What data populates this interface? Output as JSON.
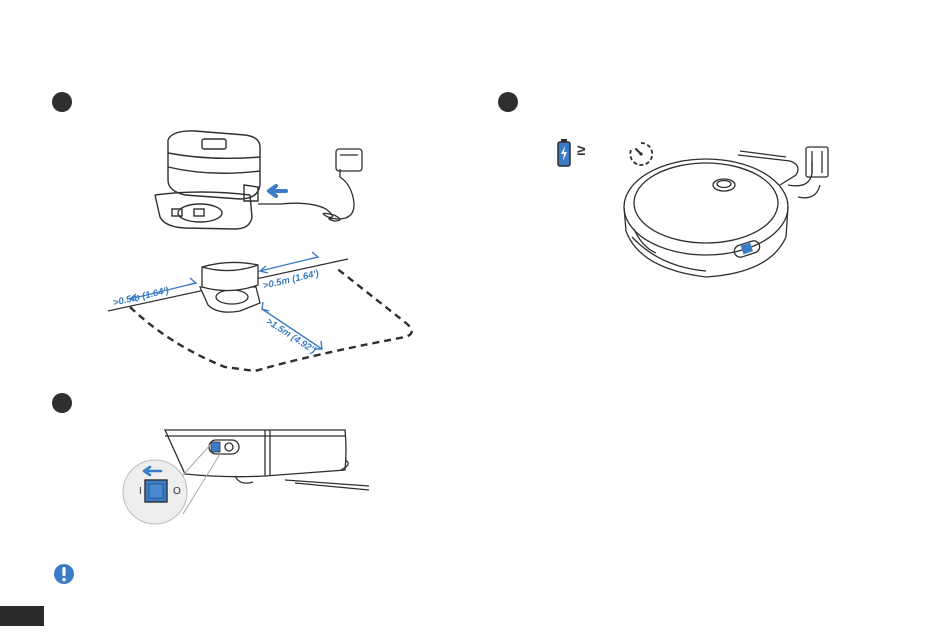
{
  "steps": [
    {
      "marker": "step-1"
    },
    {
      "marker": "step-2"
    },
    {
      "marker": "step-3"
    }
  ],
  "clearance": {
    "left": ">0.5m (1.64')",
    "right": ">0.5m (1.64')",
    "front": ">1.5m (4.92')"
  },
  "power_switch": {
    "on_symbol": "I",
    "off_symbol": "O"
  },
  "charge_condition": {
    "operator": "≥",
    "battery_icon": "battery-charging-icon",
    "time_icon": "timer-icon"
  },
  "notice": {
    "icon": "exclamation-icon"
  },
  "colors": {
    "accent": "#3a7cc7",
    "line": "#2f2f2f",
    "notice": "#3a7cc7"
  }
}
